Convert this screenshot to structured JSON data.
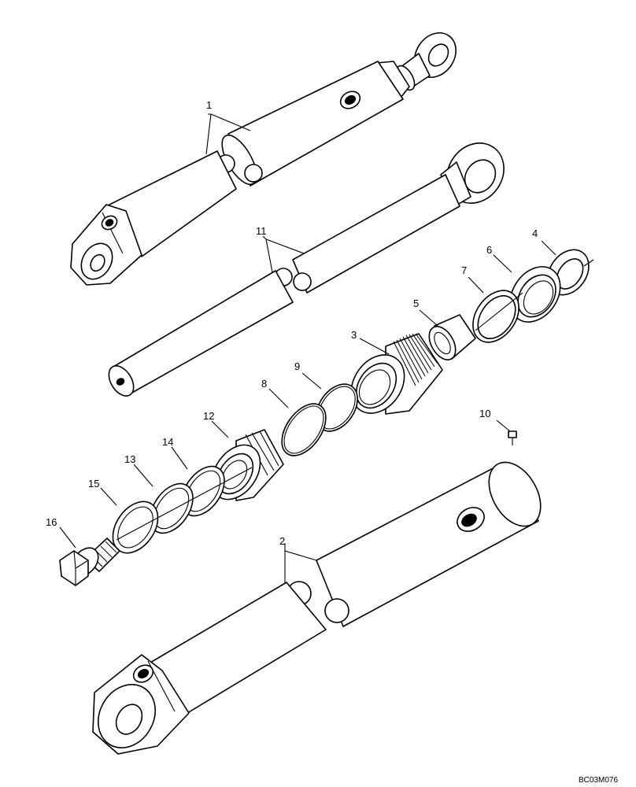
{
  "callouts": {
    "c1": "1",
    "c2": "2",
    "c3": "3",
    "c4": "4",
    "c5": "5",
    "c6": "6",
    "c7": "7",
    "c8": "8",
    "c9": "9",
    "c10": "10",
    "c11": "11",
    "c12": "12",
    "c13": "13",
    "c14": "14",
    "c15": "15",
    "c16": "16"
  },
  "reference_code": "BC03M076"
}
